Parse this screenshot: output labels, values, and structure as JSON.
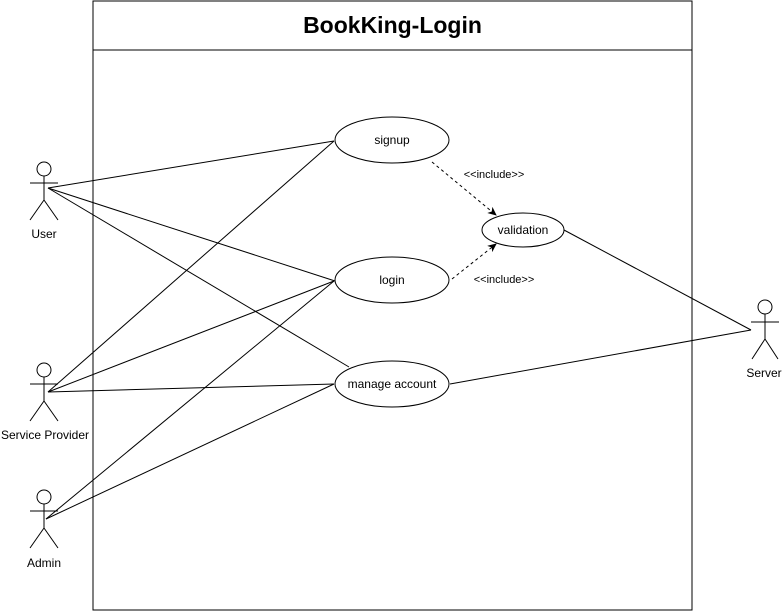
{
  "system": {
    "title": "BookKing-Login"
  },
  "actors": {
    "user": "User",
    "service_provider": "Service Provider",
    "admin": "Admin",
    "server": "Server"
  },
  "use_cases": {
    "signup": "signup",
    "login": "login",
    "manage_account": "manage account",
    "validation": "validation"
  },
  "relations": {
    "include_signup": "<<include>>",
    "include_login": "<<include>>"
  },
  "colors": {
    "line": "#000000",
    "background": "#ffffff"
  }
}
